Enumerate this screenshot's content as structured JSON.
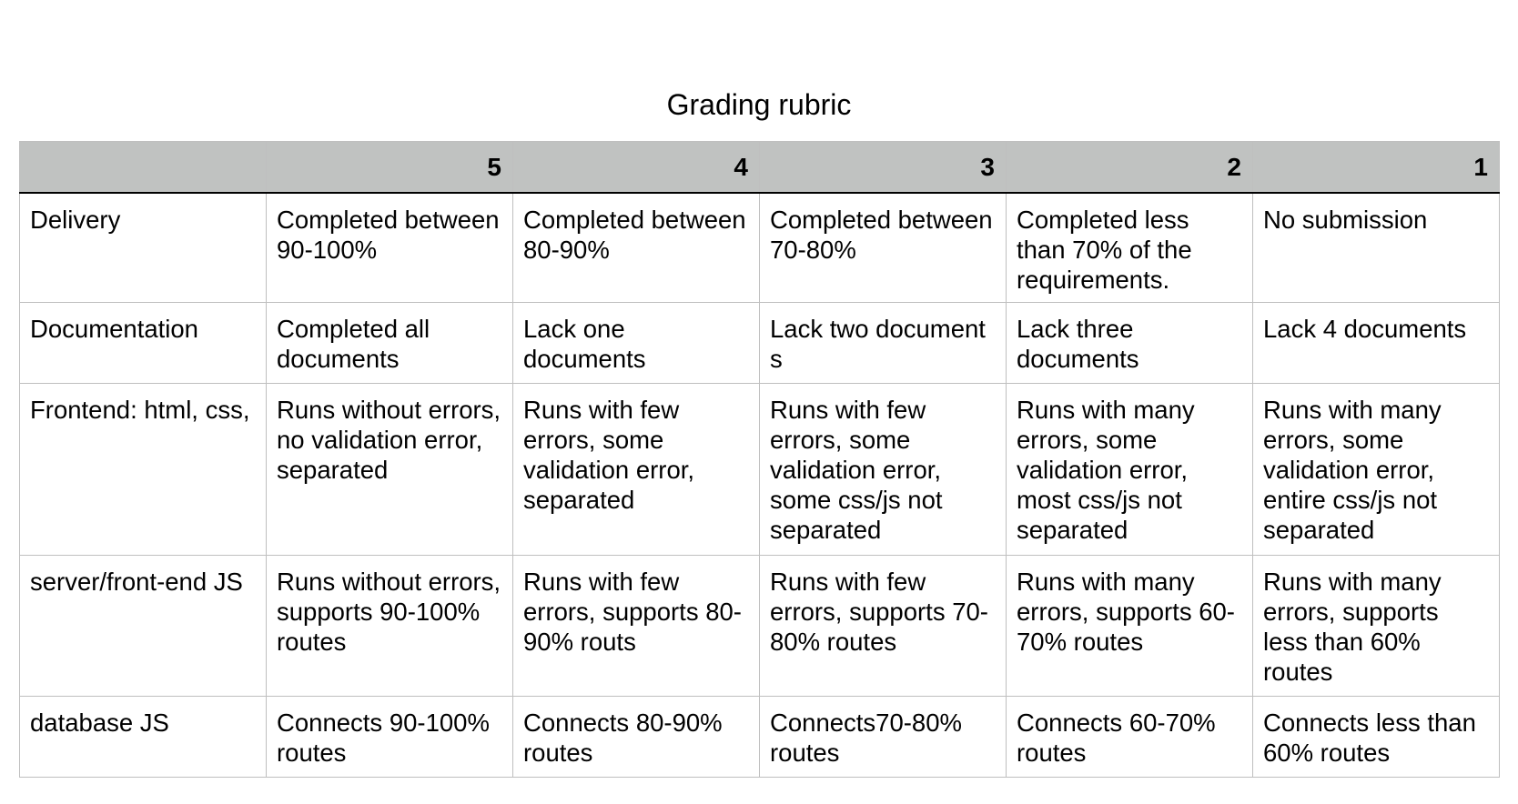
{
  "title": "Grading rubric",
  "table": {
    "headers": [
      "",
      "5",
      "4",
      "3",
      "2",
      "1"
    ],
    "rows": [
      {
        "criterion": "Delivery",
        "cells": [
          "Completed between 90-100%",
          "Completed between 80-90%",
          "Completed between 70-80%",
          "Completed less than 70% of the requirements.",
          "No submission"
        ]
      },
      {
        "criterion": "Documentation",
        "cells": [
          "Completed all documents",
          "Lack one documents",
          "Lack two document s",
          "Lack three documents",
          "Lack 4 documents"
        ]
      },
      {
        "criterion": "Frontend: html, css,",
        "cells": [
          "Runs without errors, no validation error, separated",
          "Runs with few errors, some validation error, separated",
          "Runs with few errors, some validation error, some css/js not separated",
          "Runs with many errors, some validation error, most css/js not separated",
          "Runs with many errors, some validation error, entire css/js not separated"
        ]
      },
      {
        "criterion": "server/front-end JS",
        "cells": [
          "Runs without errors, supports 90-100% routes",
          "Runs with few errors, supports 80-90% routs",
          "Runs with few errors, supports 70-80% routes",
          "Runs with many errors, supports 60-70% routes",
          "Runs with many errors, supports less than 60% routes"
        ]
      },
      {
        "criterion": "database JS",
        "cells": [
          "Connects 90-100% routes",
          "Connects 80-90% routes",
          "Connects70-80% routes",
          "Connects 60-70% routes",
          "Connects less than 60% routes"
        ]
      }
    ]
  },
  "colors": {
    "header_background": "#c0c2c1",
    "grid_line": "#bfbfbf",
    "text": "#000000"
  }
}
